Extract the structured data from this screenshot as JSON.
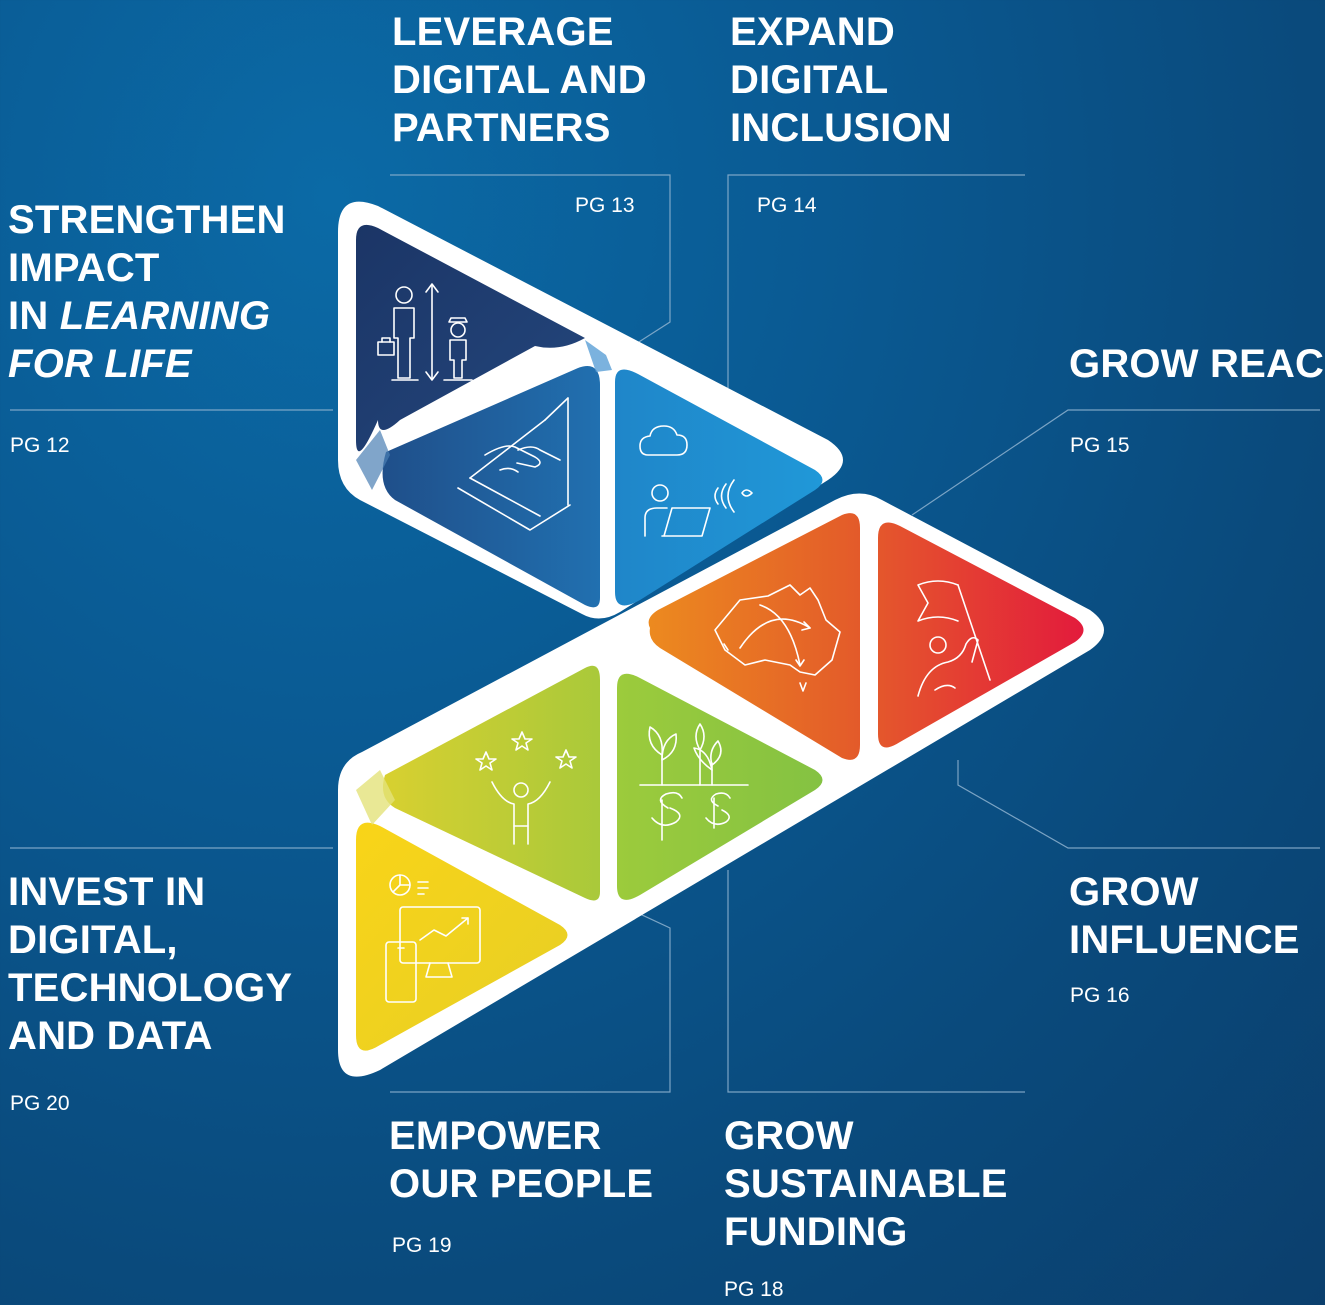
{
  "segments": [
    {
      "id": "leverage",
      "lines": [
        "LEVERAGE",
        "DIGITAL AND",
        "PARTNERS"
      ],
      "page": "PG 13"
    },
    {
      "id": "expand",
      "lines": [
        "EXPAND",
        "DIGITAL",
        "INCLUSION"
      ],
      "page": "PG 14"
    },
    {
      "id": "strengthen",
      "lines": [
        "STRENGTHEN",
        "IMPACT",
        "IN ",
        "LEARNING",
        "FOR LIFE"
      ],
      "page": "PG 12"
    },
    {
      "id": "reach",
      "lines": [
        "GROW REACH"
      ],
      "page": "PG 15"
    },
    {
      "id": "influence",
      "lines": [
        "GROW",
        "INFLUENCE"
      ],
      "page": "PG 16"
    },
    {
      "id": "invest",
      "lines": [
        "INVEST IN",
        "DIGITAL,",
        "TECHNOLOGY",
        "AND DATA"
      ],
      "page": "PG 20"
    },
    {
      "id": "empower",
      "lines": [
        "EMPOWER",
        "OUR PEOPLE"
      ],
      "page": "PG 19"
    },
    {
      "id": "funding",
      "lines": [
        "GROW",
        "SUSTAINABLE",
        "FUNDING"
      ],
      "page": "PG 18"
    }
  ],
  "colors": {
    "background": "#0a5a93",
    "strengthen": "#1e3a6e",
    "leverage": "#1f5fa0",
    "expand": "#1f8fd0",
    "reach": "#e87a1e",
    "influence": "#e21d3b",
    "empower": "#a9cf3a",
    "funding": "#8cc63e",
    "invest": "#f5d21a"
  },
  "icons": {
    "strengthen": "growth-people-icon",
    "leverage": "handshake-laptop-icon",
    "expand": "cloud-user-laptop-icon",
    "reach": "australia-map-arrows-icon",
    "influence": "hand-flag-icon",
    "empower": "person-stars-icon",
    "funding": "plants-dollar-icon",
    "invest": "dashboard-devices-icon"
  }
}
